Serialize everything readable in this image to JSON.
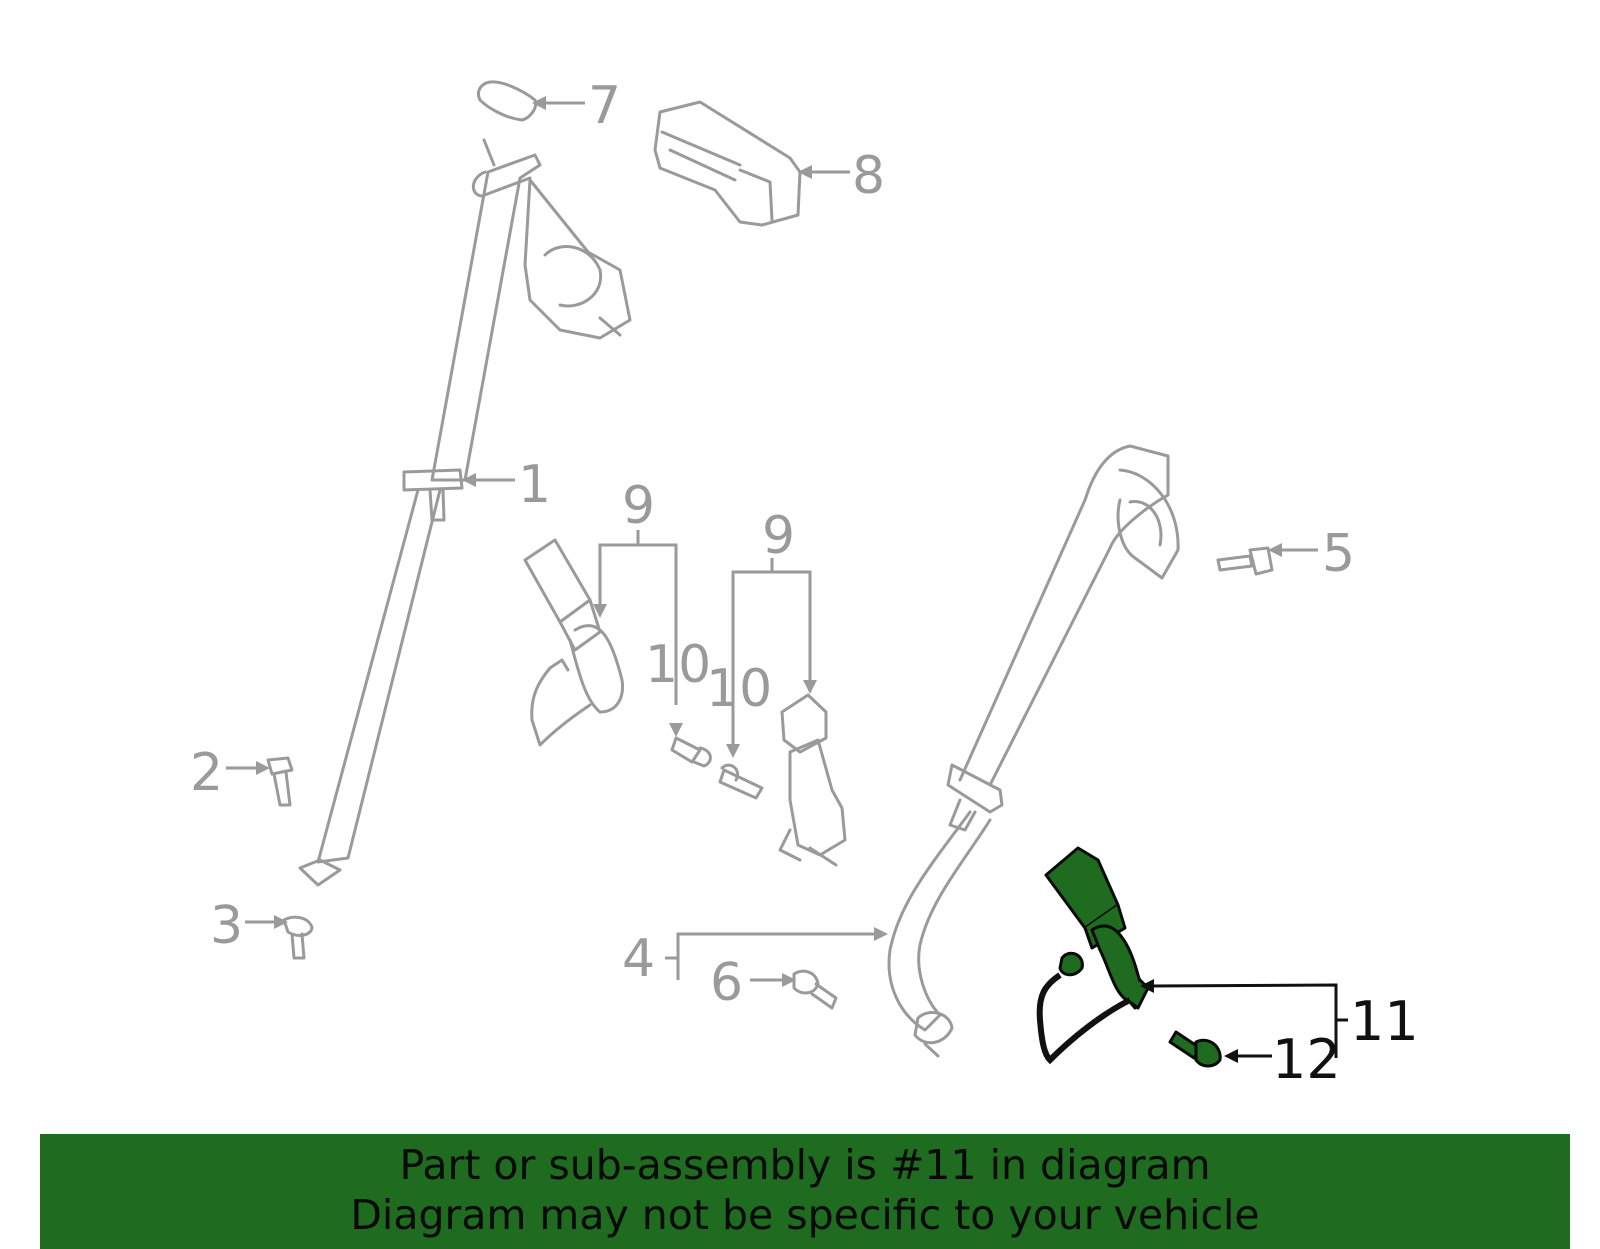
{
  "diagram": {
    "callouts": [
      {
        "id": "1",
        "label": "1"
      },
      {
        "id": "2",
        "label": "2"
      },
      {
        "id": "3",
        "label": "3"
      },
      {
        "id": "4",
        "label": "4"
      },
      {
        "id": "5",
        "label": "5"
      },
      {
        "id": "6",
        "label": "6"
      },
      {
        "id": "7",
        "label": "7"
      },
      {
        "id": "8",
        "label": "8"
      },
      {
        "id": "9a",
        "label": "9"
      },
      {
        "id": "9b",
        "label": "9"
      },
      {
        "id": "10a",
        "label": "10"
      },
      {
        "id": "10b",
        "label": "10"
      },
      {
        "id": "11",
        "label": "11"
      },
      {
        "id": "12",
        "label": "12"
      }
    ],
    "highlighted_part": "11",
    "colors": {
      "part_line": "#9a9a9a",
      "highlight_fill": "#1f6b1f",
      "highlight_line": "#0a0a0a",
      "banner": "#1f6b1f"
    }
  },
  "banner": {
    "line1": "Part or sub-assembly is #11 in diagram",
    "line2": "Diagram may not be specific to your vehicle"
  }
}
